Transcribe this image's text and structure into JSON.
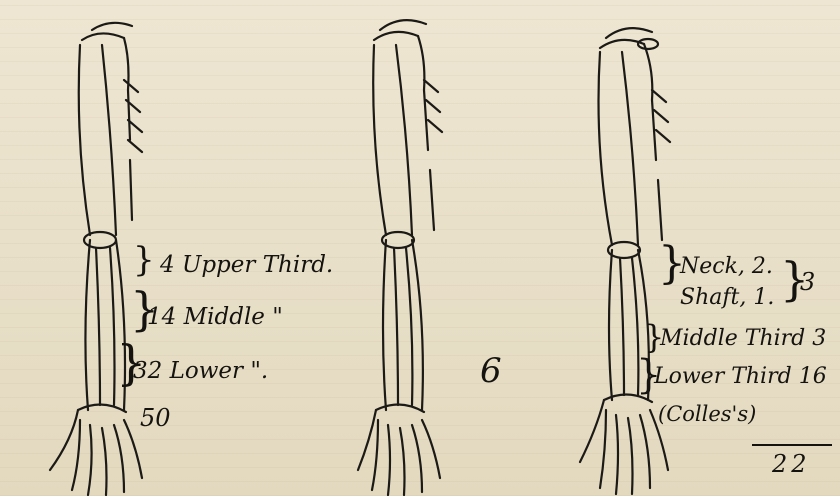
{
  "figure_left": {
    "annotations": [
      {
        "count": "4",
        "label": "Upper Third."
      },
      {
        "count": "14",
        "label": "Middle \""
      },
      {
        "count": "32",
        "label": "Lower \"."
      }
    ],
    "total": "50"
  },
  "figure_middle": {
    "total": "6"
  },
  "figure_right": {
    "annotations": [
      {
        "label": "Neck",
        "count": "2."
      },
      {
        "label": "Shaft",
        "count": "1."
      },
      {
        "label": "Middle Third",
        "count": "3"
      },
      {
        "label": "Lower Third",
        "count": "16"
      },
      {
        "label": "(Colles's)",
        "count": ""
      }
    ],
    "group_total": "3",
    "total": "22"
  }
}
